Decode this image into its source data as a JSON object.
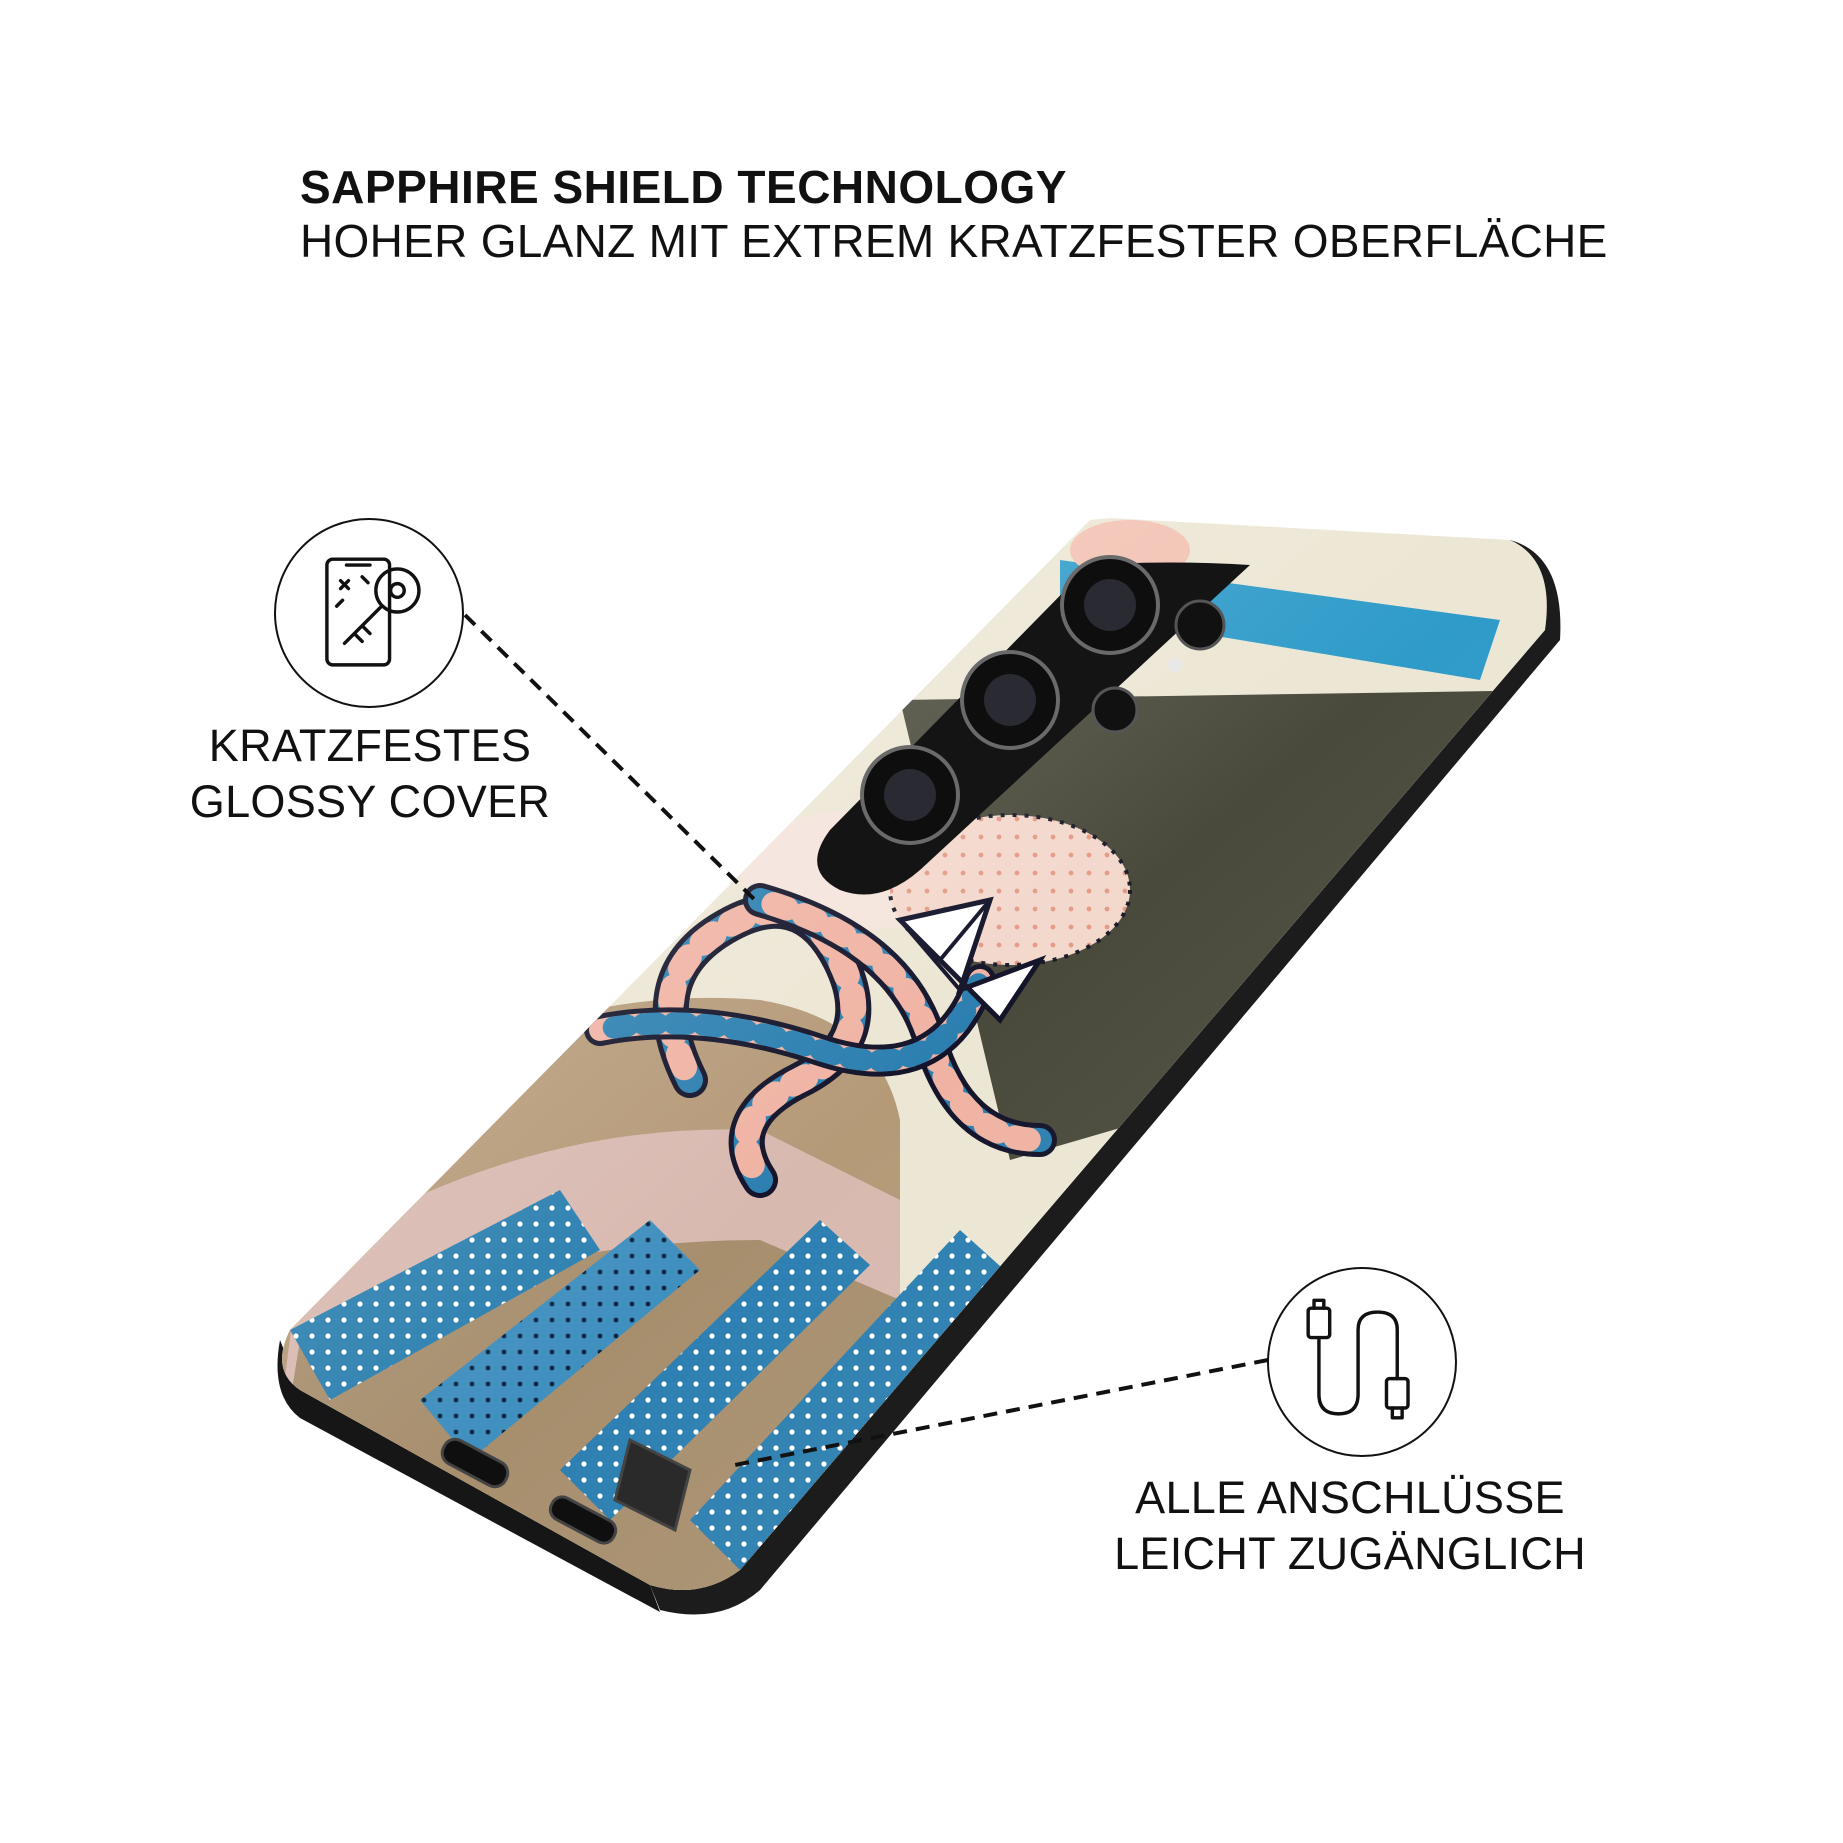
{
  "headline": {
    "title": "SAPPHIRE SHIELD TECHNOLOGY",
    "subtitle": "HOHER GLANZ MIT EXTREM KRATZFESTER OBERFLÄCHE"
  },
  "features": {
    "scratch": {
      "icon": "phone-key-icon",
      "line1": "KRATZFESTES",
      "line2": "GLOSSY COVER"
    },
    "ports": {
      "icon": "usb-cable-icon",
      "line1": "ALLE ANSCHLÜSSE",
      "line2": "LEICHT ZUGÄNGLICH"
    }
  },
  "colors": {
    "text": "#111111",
    "case_dark": "#1a1a1a",
    "accent_blue": "#2b7fb0",
    "accent_pink": "#efb6a6",
    "cream": "#ece6d4",
    "olive": "#4a4a3c"
  }
}
